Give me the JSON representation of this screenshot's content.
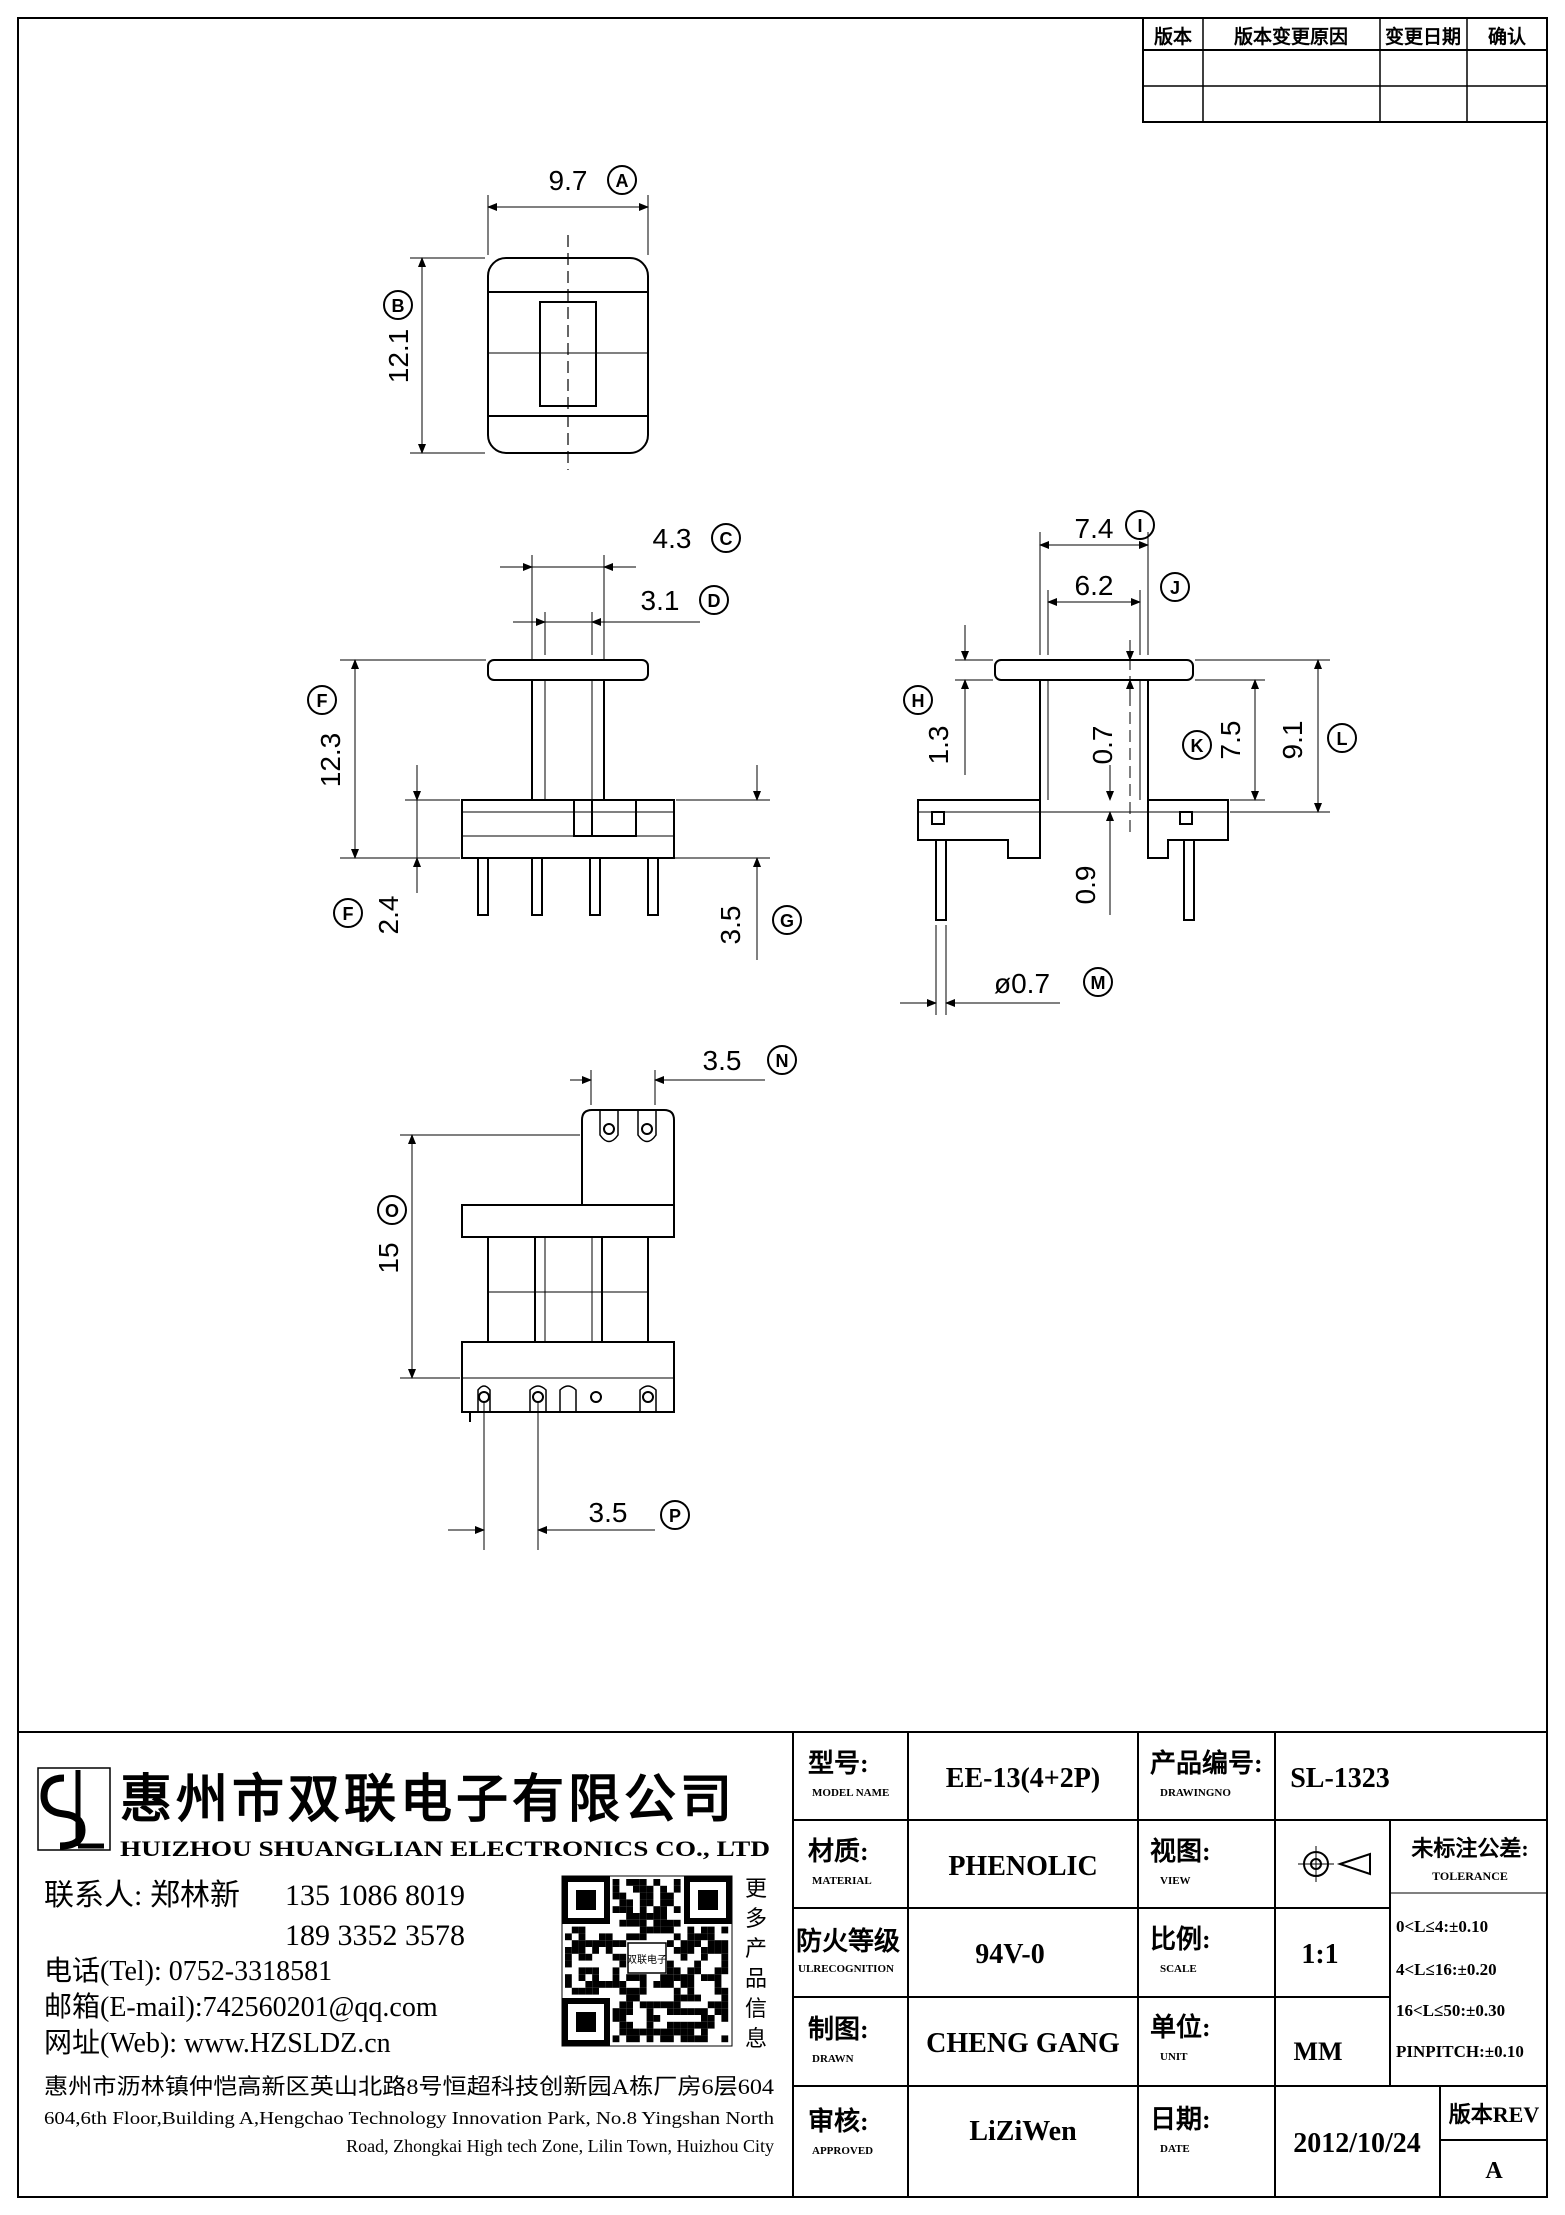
{
  "revision_table": {
    "headers": [
      "版本",
      "版本变更原因",
      "变更日期",
      "确认"
    ]
  },
  "dimensions": {
    "A": "9.7",
    "B": "12.1",
    "C": "4.3",
    "D": "3.1",
    "F_top": "12.3",
    "F_bottom": "2.4",
    "G": "3.5",
    "H": "1.3",
    "I": "7.4",
    "J": "6.2",
    "K": "7.5",
    "L": "9.1",
    "mid_07": "0.7",
    "mid_09": "0.9",
    "M": "ø0.7",
    "N": "3.5",
    "O": "15",
    "P": "3.5"
  },
  "markers": {
    "A": "A",
    "B": "B",
    "C": "C",
    "D": "D",
    "F1": "F",
    "F2": "F",
    "G": "G",
    "H": "H",
    "I": "I",
    "J": "J",
    "K": "K",
    "L": "L",
    "M": "M",
    "N": "N",
    "O": "O",
    "P": "P"
  },
  "company": {
    "logo_text": "SL",
    "name_cn": "惠州市双联电子有限公司",
    "name_en": "HUIZHOU SHUANGLIAN ELECTRONICS CO., LTD",
    "contact_label": "联系人:",
    "contact_name": "郑林新",
    "phone1": "135 1086 8019",
    "phone2": "189 3352 3578",
    "tel": "电话(Tel): 0752-3318581",
    "email": "邮箱(E-mail):742560201@qq.com",
    "web": "网址(Web): www.HZSLDZ.cn",
    "address_cn": "惠州市沥林镇仲恺高新区英山北路8号恒超科技创新园A栋厂房6层604",
    "address_en_1": "604,6th Floor,Building A,Hengchao Technology Innovation Park, No.8 Yingshan North",
    "address_en_2": "Road, Zhongkai High tech Zone, Lilin Town, Huizhou City",
    "qr_center": "双联电子",
    "qr_caption": [
      "更",
      "多",
      "产",
      "品",
      "信",
      "息"
    ]
  },
  "title_block": {
    "model_label": "型号:",
    "model_label_en": "MODEL NAME",
    "model": "EE-13(4+2P)",
    "drawing_label": "产品编号:",
    "drawing_label_en": "DRAWINGNO",
    "drawing_no": "SL-1323",
    "material_label": "材质:",
    "material_label_en": "MATERIAL",
    "material": "PHENOLIC",
    "view_label": "视图:",
    "view_label_en": "VIEW",
    "tolerance_label": "未标注公差:",
    "tolerance_label_en": "TOLERANCE",
    "tolerances": [
      "0<L≤4:±0.10",
      "4<L≤16:±0.20",
      "16<L≤50:±0.30",
      "PINPITCH:±0.10"
    ],
    "fire_label": "防火等级",
    "fire_label_en": "ULRECOGNITION",
    "fire": "94V-0",
    "scale_label": "比例:",
    "scale_label_en": "SCALE",
    "scale": "1:1",
    "drawn_label": "制图:",
    "drawn_label_en": "DRAWN",
    "drawn": "CHENG GANG",
    "unit_label": "单位:",
    "unit_label_en": "UNIT",
    "unit": "MM",
    "approved_label": "审核:",
    "approved_label_en": "APPROVED",
    "approved": "LiZiWen",
    "date_label": "日期:",
    "date_label_en": "DATE",
    "date": "2012/10/24",
    "rev_label": "版本REV",
    "rev": "A"
  }
}
